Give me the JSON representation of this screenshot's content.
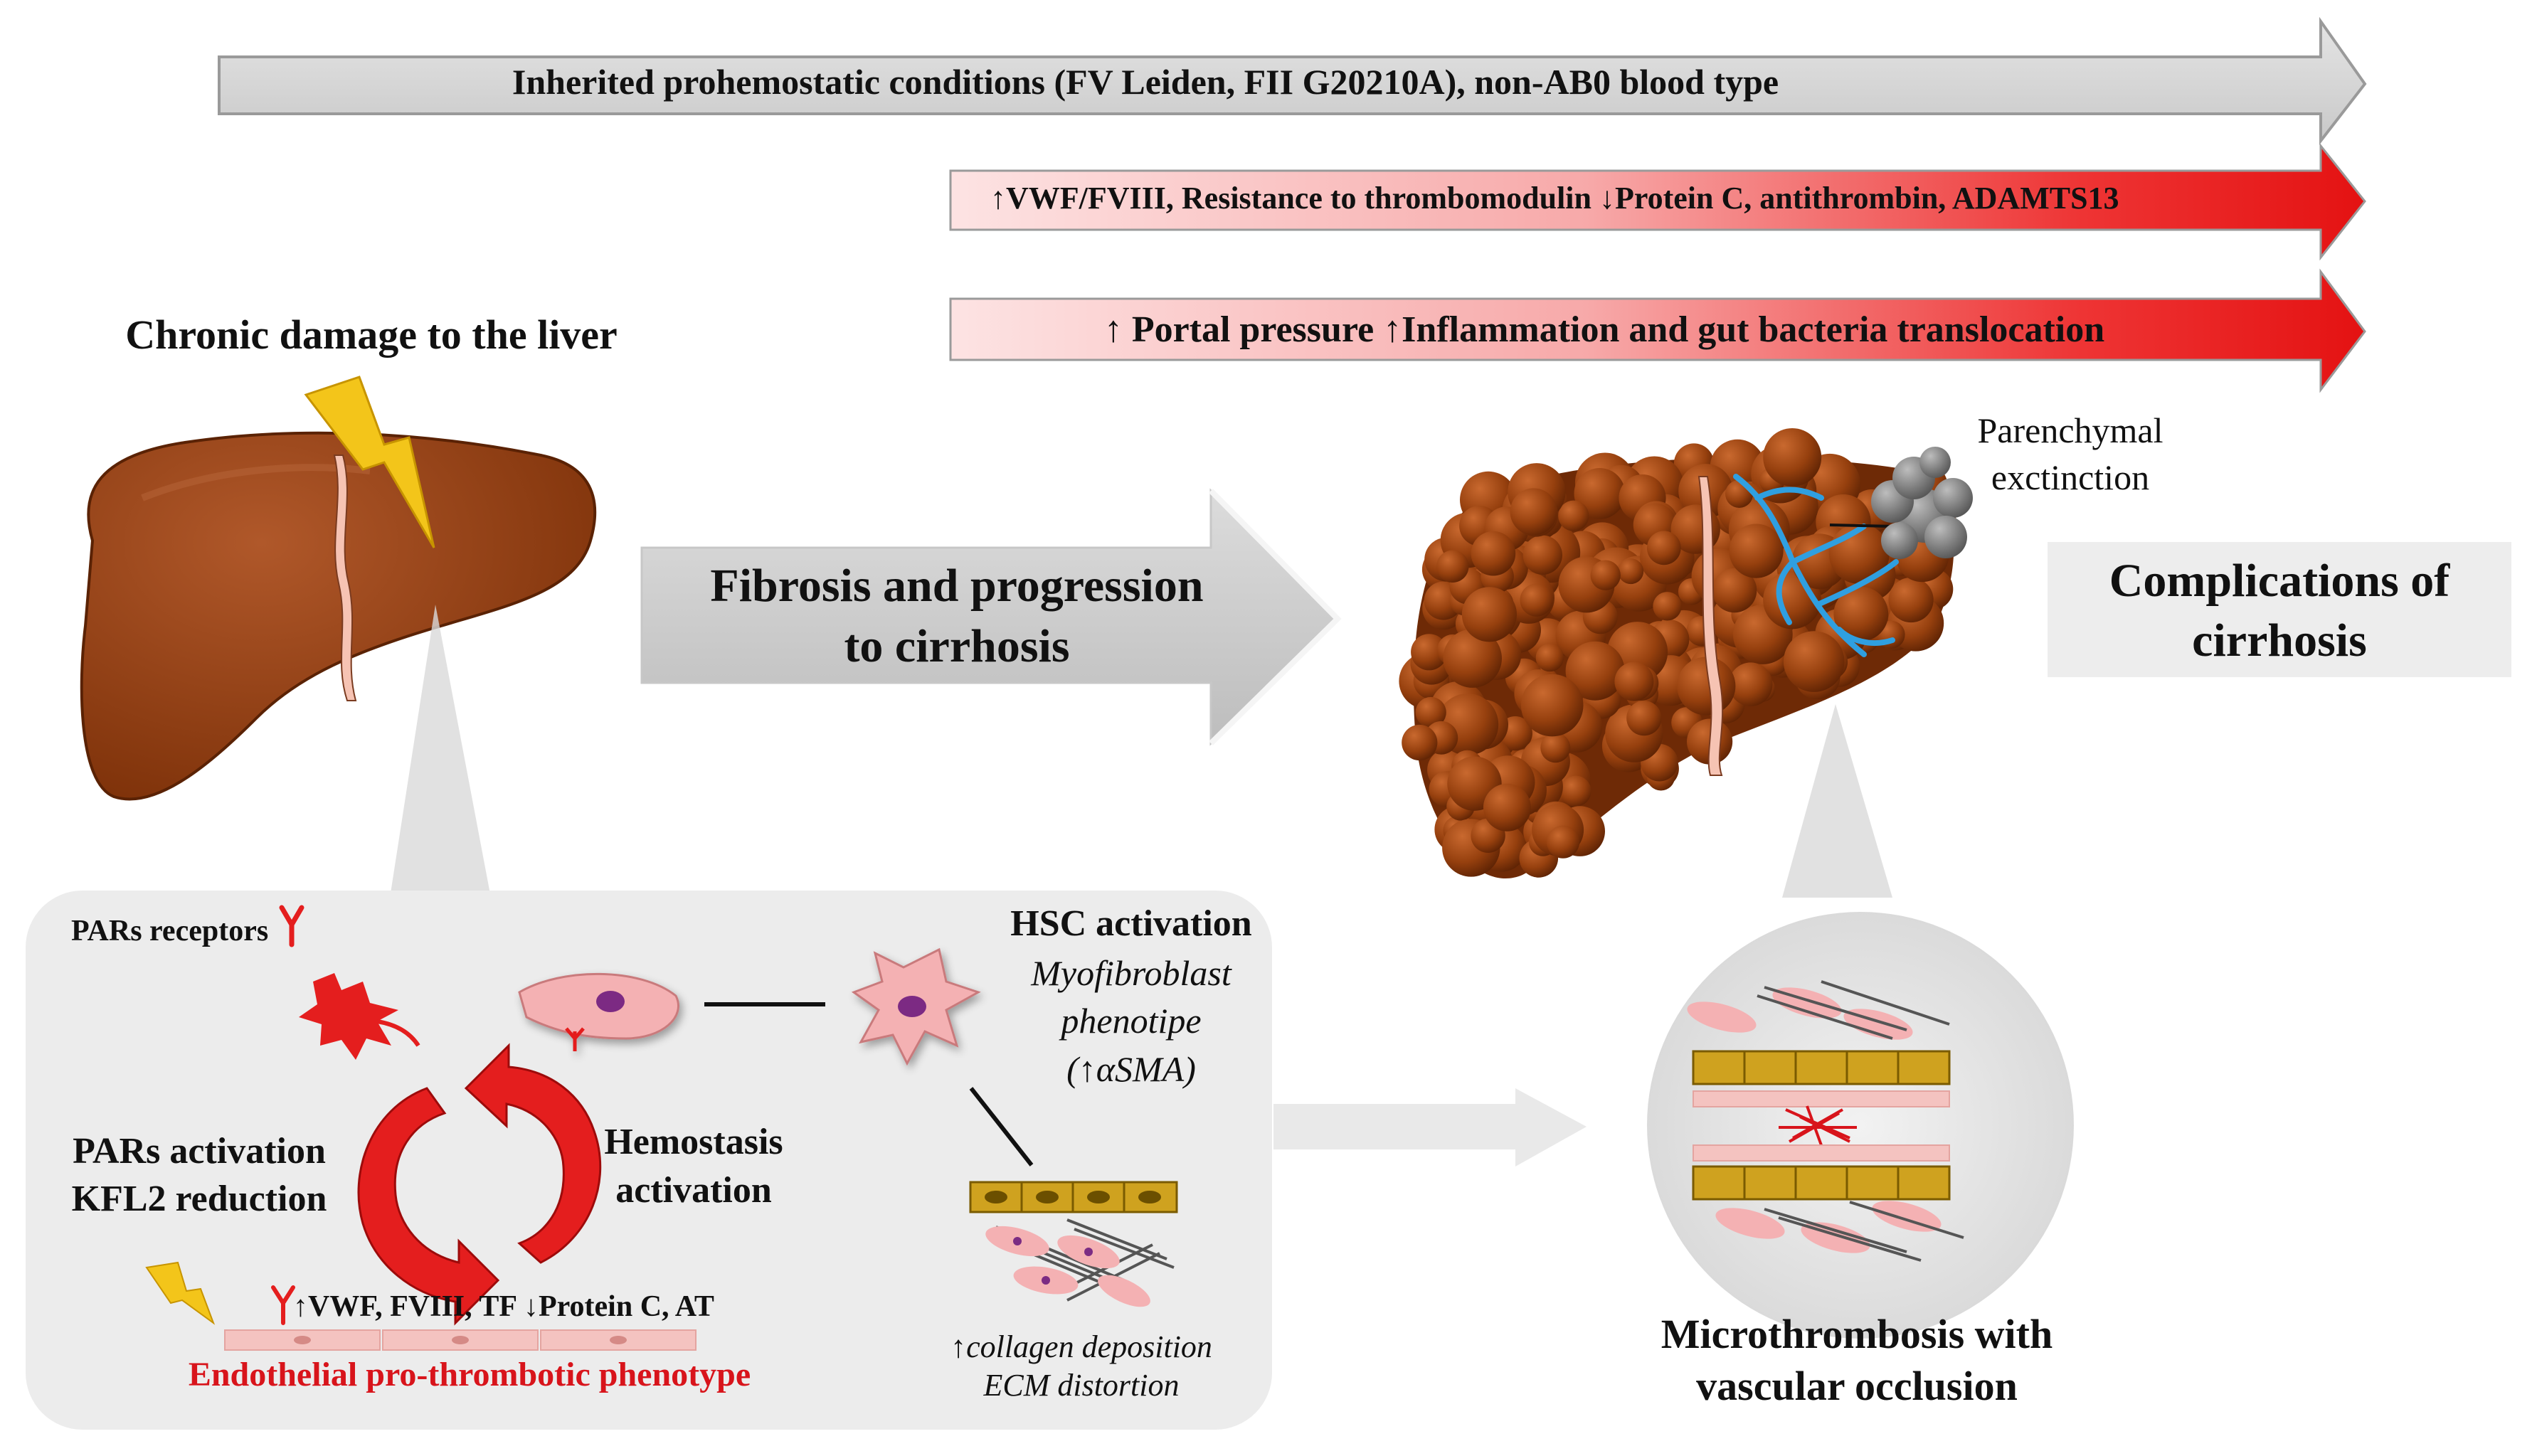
{
  "arrows": {
    "inherited": "Inherited prohemostatic conditions (FV Leiden, FII G20210A), non-AB0 blood type",
    "vwf_line": "↑VWF/FVIII, Resistance to thrombomodulin ↓Protein C, antithrombin, ADAMTS13",
    "portal_line": "↑ Portal pressure ↑Inflammation and gut bacteria translocation"
  },
  "liver_left": {
    "title": "Chronic damage to the liver"
  },
  "fibrosis_arrow": {
    "line1": "Fibrosis and progression",
    "line2": "to cirrhosis"
  },
  "parenchymal": {
    "line1": "Parenchymal",
    "line2": "exctinction"
  },
  "complications": {
    "line1": "Complications of",
    "line2": "cirrhosis"
  },
  "panel": {
    "pars_receptors": "PARs receptors",
    "hsc_title": "HSC activation",
    "myo_line1": "Myofibroblast",
    "myo_line2": "phenotipe",
    "myo_line3": "(↑αSMA)",
    "pars_act_line1": "PARs activation",
    "pars_act_line2": "KFL2 reduction",
    "hemo_line1": "Hemostasis",
    "hemo_line2": "activation",
    "factors": "↑VWF, FVIII, TF ↓Protein C, AT",
    "endothelial": "Endothelial pro-thrombotic phenotype",
    "collagen": "↑collagen deposition",
    "ecm": "ECM distortion"
  },
  "micro": {
    "line1": "Microthrombosis with",
    "line2": "vascular occlusion"
  },
  "colors": {
    "gray_arrow": "#d0d0d0",
    "red": "#e41e1e",
    "liver": "#8a3a10",
    "panel": "#ececec",
    "vessel": "#2f9fe0"
  }
}
